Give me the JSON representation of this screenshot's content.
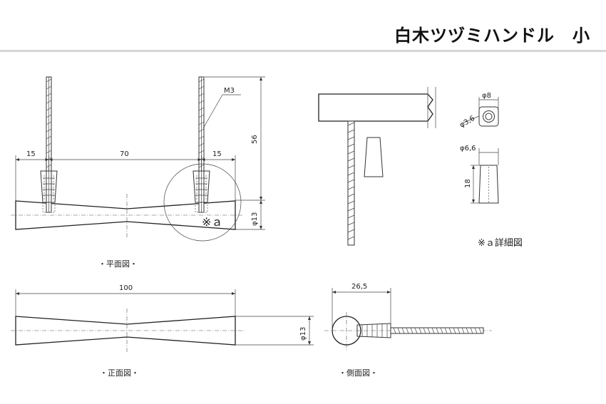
{
  "title": "白木ツヅミハンドル　小",
  "views": {
    "plan": "・平面図・",
    "front": "・正面図・",
    "side": "・側面図・",
    "detail": "※ａ詳細図",
    "detail_marker": "※ａ"
  },
  "dims": {
    "d15_left": "15",
    "d70": "70",
    "d15_right": "15",
    "d56": "56",
    "m3": "M3",
    "phi13_plan": "φ13",
    "d100": "100",
    "phi13_front": "φ13",
    "d26_5": "26,5",
    "phi8": "φ8",
    "phi3_6": "φ3,6",
    "phi6_6": "φ6,6",
    "d18": "18"
  }
}
